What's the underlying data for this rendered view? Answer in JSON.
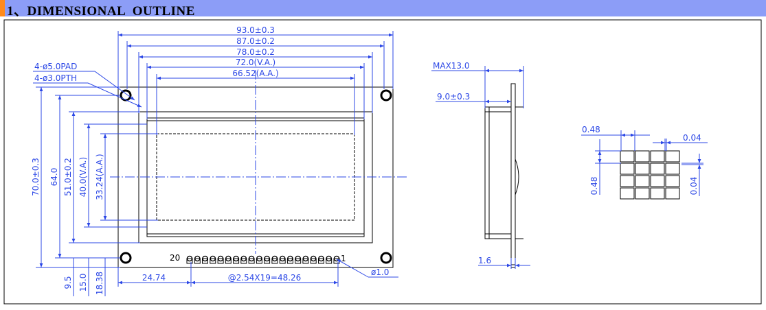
{
  "header": {
    "title": "1、DIMENSIONAL  OUTLINE",
    "accent_color": "#ff8a1c",
    "bar_color": "#8c9df7"
  },
  "colors": {
    "dimension": "#2b47e6",
    "outline": "#000000"
  },
  "front_view": {
    "top_dims": [
      "93.0±0.3",
      "87.0±0.2",
      "78.0±0.2",
      "72.0(V.A.)",
      "66.52(A.A.)"
    ],
    "hole_notes": [
      "4-ø5.0PAD",
      "4-ø3.0PTH"
    ],
    "left_dims": [
      "70.0±0.3",
      "64.0",
      "51.0±0.2",
      "40.0(V.A.)",
      "33.24(A.A.)"
    ],
    "bottom_left_dims": [
      "9.5",
      "15.0",
      "18.38"
    ],
    "bottom_dims": [
      "24.74",
      "@2.54X19=48.26"
    ],
    "pin_labels": [
      "20",
      "1"
    ],
    "pin_count": 20,
    "pin_hole_note": "ø1.0"
  },
  "side_view": {
    "dims": [
      "MAX13.0",
      "9.0±0.3",
      "1.6"
    ]
  },
  "pixel_detail": {
    "dims": [
      "0.48",
      "0.04",
      "0.48",
      "0.04"
    ],
    "rows": 4,
    "cols": 4
  }
}
